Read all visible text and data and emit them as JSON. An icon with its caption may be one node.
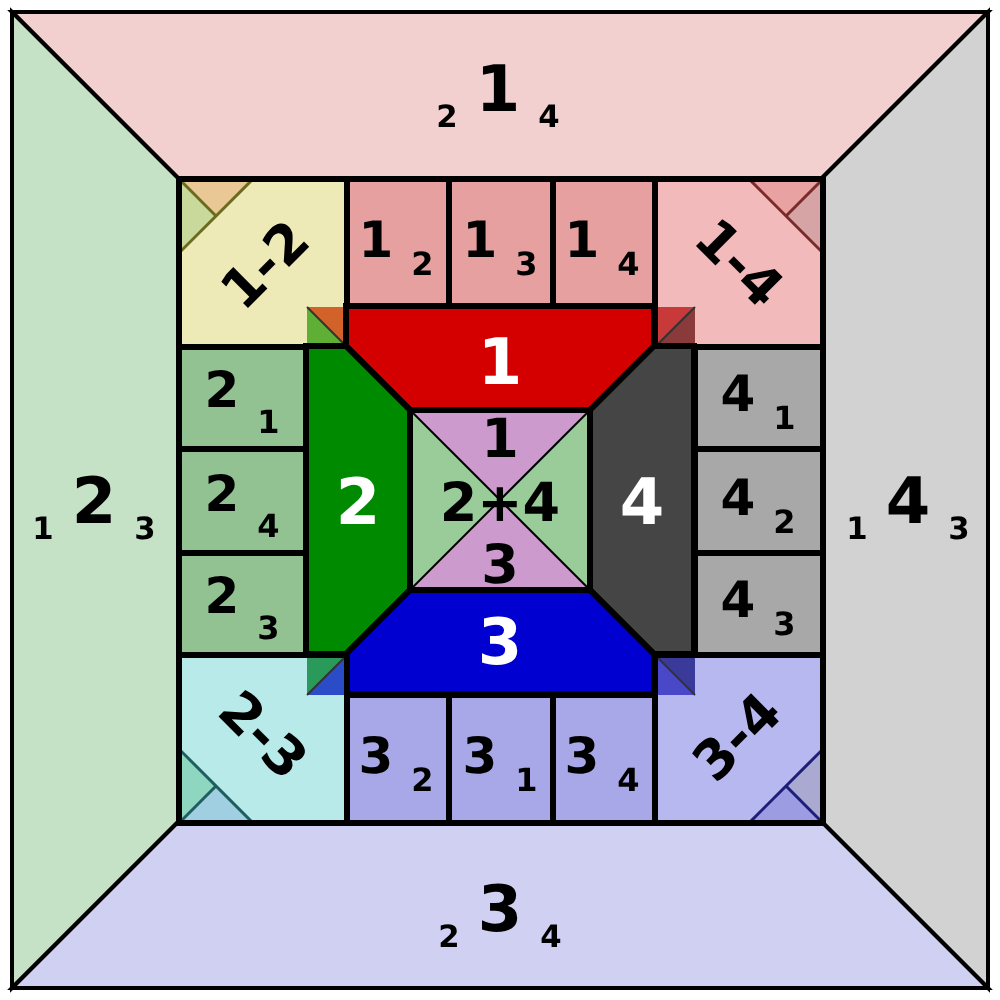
{
  "diagram": {
    "nodes": [
      {
        "text": [
          "$_{2}$1$_{4}$"
        ]
      },
      {
        "text": [
          "$_{1}$2$_{3}$"
        ]
      },
      {
        "text": [
          "$_{1}$4$_{3}$"
        ]
      },
      {
        "text": [
          "$_{2}$3$_{4}$"
        ]
      },
      {
        "text": [
          "1-2"
        ]
      },
      {
        "text": [
          "1$_{2}$"
        ]
      },
      {
        "text": [
          "1$_{3}$"
        ]
      },
      {
        "text": [
          "1$_{4}$"
        ]
      },
      {
        "text": [
          "1-4"
        ]
      },
      {
        "text": [
          "1"
        ]
      },
      {
        "text": [
          "2$_{1}$"
        ]
      },
      {
        "text": [
          "2$_{4}$"
        ]
      },
      {
        "text": [
          "2$_{3}$"
        ]
      },
      {
        "text": [
          "2"
        ]
      },
      {
        "text": [
          "1",
          "2+4",
          "3"
        ]
      },
      {
        "text": [
          "4"
        ]
      },
      {
        "text": [
          "4$_{1}$"
        ]
      },
      {
        "text": [
          "4$_{2}$"
        ]
      },
      {
        "text": [
          "4$_{3}$"
        ]
      },
      {
        "text": [
          "3"
        ]
      },
      {
        "text": [
          "2-3"
        ]
      },
      {
        "text": [
          "3$_{2}$"
        ]
      },
      {
        "text": [
          "3$_{1}$"
        ]
      },
      {
        "text": [
          "3$_{4}$"
        ]
      },
      {
        "text": [
          "3-4"
        ]
      }
    ]
  }
}
